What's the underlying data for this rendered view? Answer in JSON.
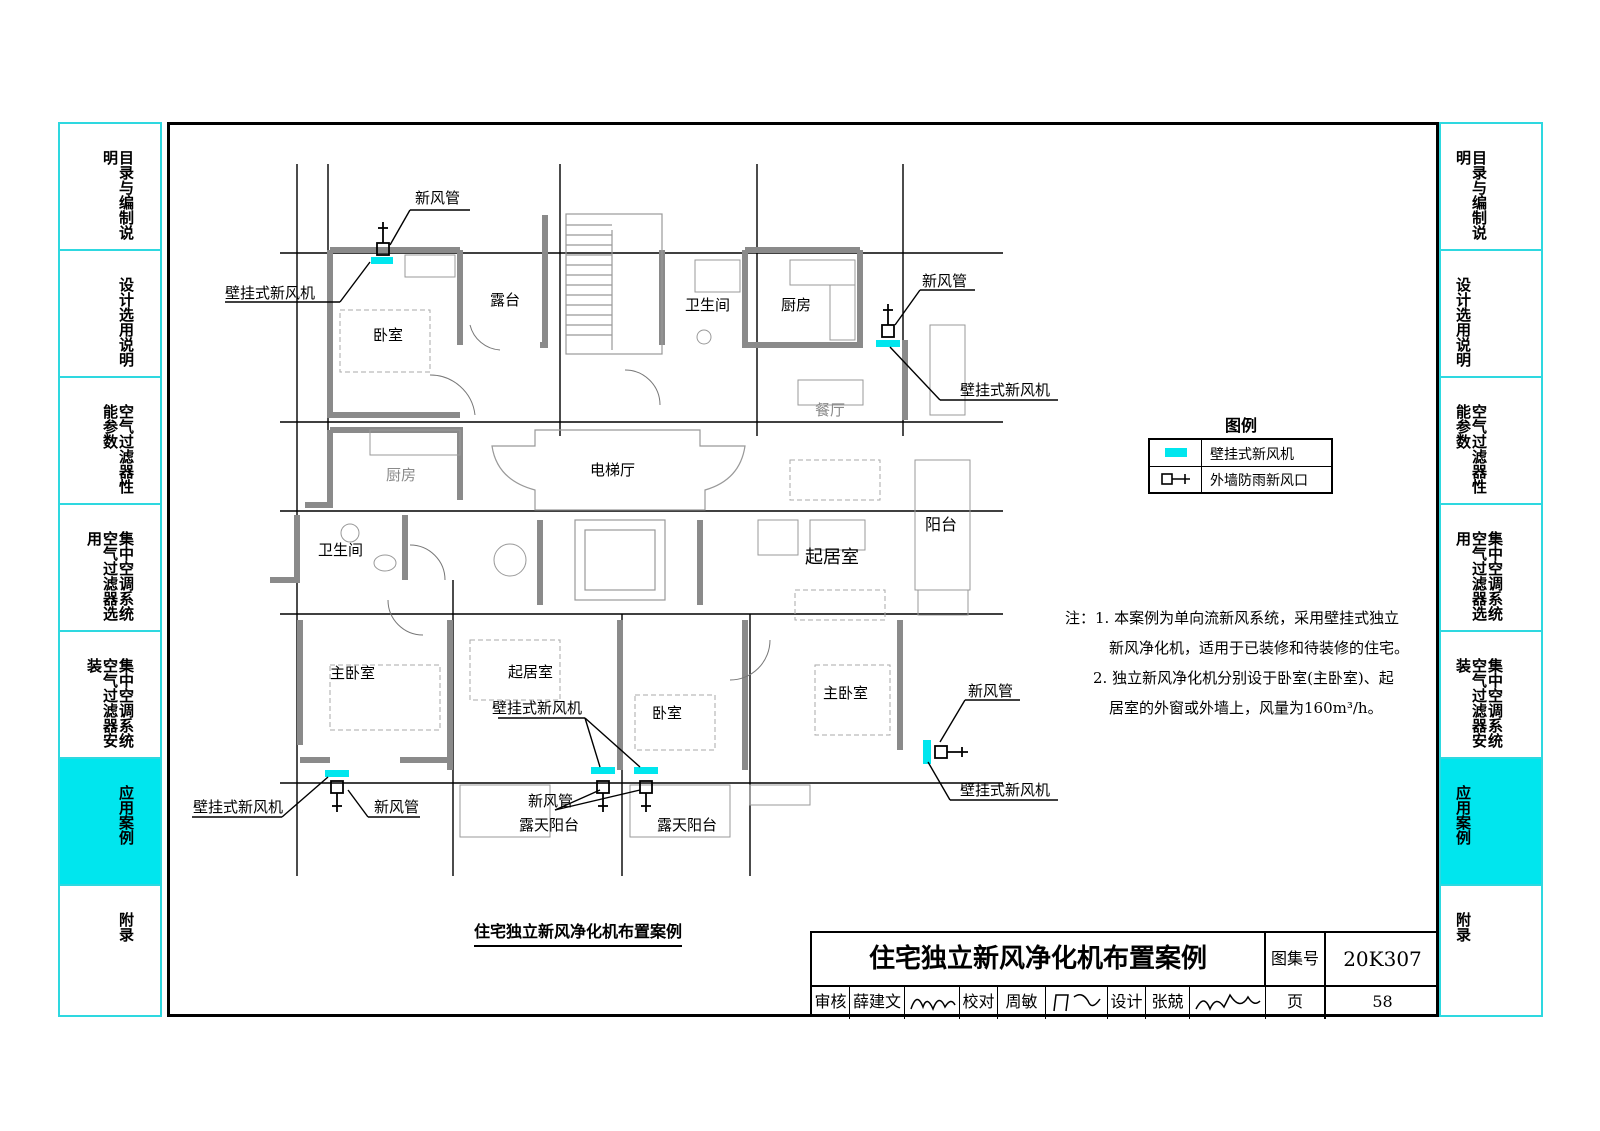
{
  "sidebar_tabs": [
    {
      "label": "目录与编制说明",
      "active": false
    },
    {
      "label": "设计选用说明",
      "active": false
    },
    {
      "label": "空气过滤器性能参数",
      "active": false
    },
    {
      "label": "集中空调系统空气过滤器选用",
      "active": false
    },
    {
      "label": "集中空调系统空气过滤器安装",
      "active": false
    },
    {
      "label": "应用案例",
      "active": true
    },
    {
      "label": "附录",
      "active": false
    }
  ],
  "plan": {
    "rooms": {
      "bedroom_nw": "卧室",
      "terrace": "露台",
      "kitchen_w": "厨房",
      "bathroom_w": "卫生间",
      "bathroom_c": "卫生间",
      "kitchen_c": "厨房",
      "dining": "餐厅",
      "elevator_hall": "电梯厅",
      "living_e": "起居室",
      "balcony_e": "阳台",
      "master_sw": "主卧室",
      "living_s": "起居室",
      "bedroom_s": "卧室",
      "master_se": "主卧室",
      "open_balcony_1": "露天阳台",
      "open_balcony_2": "露天阳台"
    },
    "callouts": {
      "fresh_air_pipe": "新风管",
      "wall_unit": "壁挂式新风机"
    }
  },
  "legend": {
    "title": "图例",
    "items": [
      {
        "symbol": "cyan-bar",
        "label": "壁挂式新风机",
        "color": "#00e6ee"
      },
      {
        "symbol": "rain-vent-icon",
        "label": "外墙防雨新风口"
      }
    ]
  },
  "notes": [
    "注：1. 本案例为单向流新风系统，采用壁挂式独立",
    "新风净化机，适用于已装修和待装修的住宅。",
    "2. 独立新风净化机分别设于卧室(主卧室)、起",
    "居室的外窗或外墙上，风量为160m³/h。"
  ],
  "drawing_caption": "住宅独立新风净化机布置案例",
  "title_block": {
    "title": "住宅独立新风净化机布置案例",
    "atlas_label": "图集号",
    "atlas_no": "20K307",
    "review_label": "审核",
    "reviewer": "薛建文",
    "check_label": "校对",
    "checker": "周敏",
    "design_label": "设计",
    "designer": "张兢",
    "page_label": "页",
    "page_no": "58"
  },
  "colors": {
    "accent": "#00e6ee",
    "tab_border": "#2ed8e0",
    "wall": "#8a8a8a",
    "line": "#000000"
  }
}
